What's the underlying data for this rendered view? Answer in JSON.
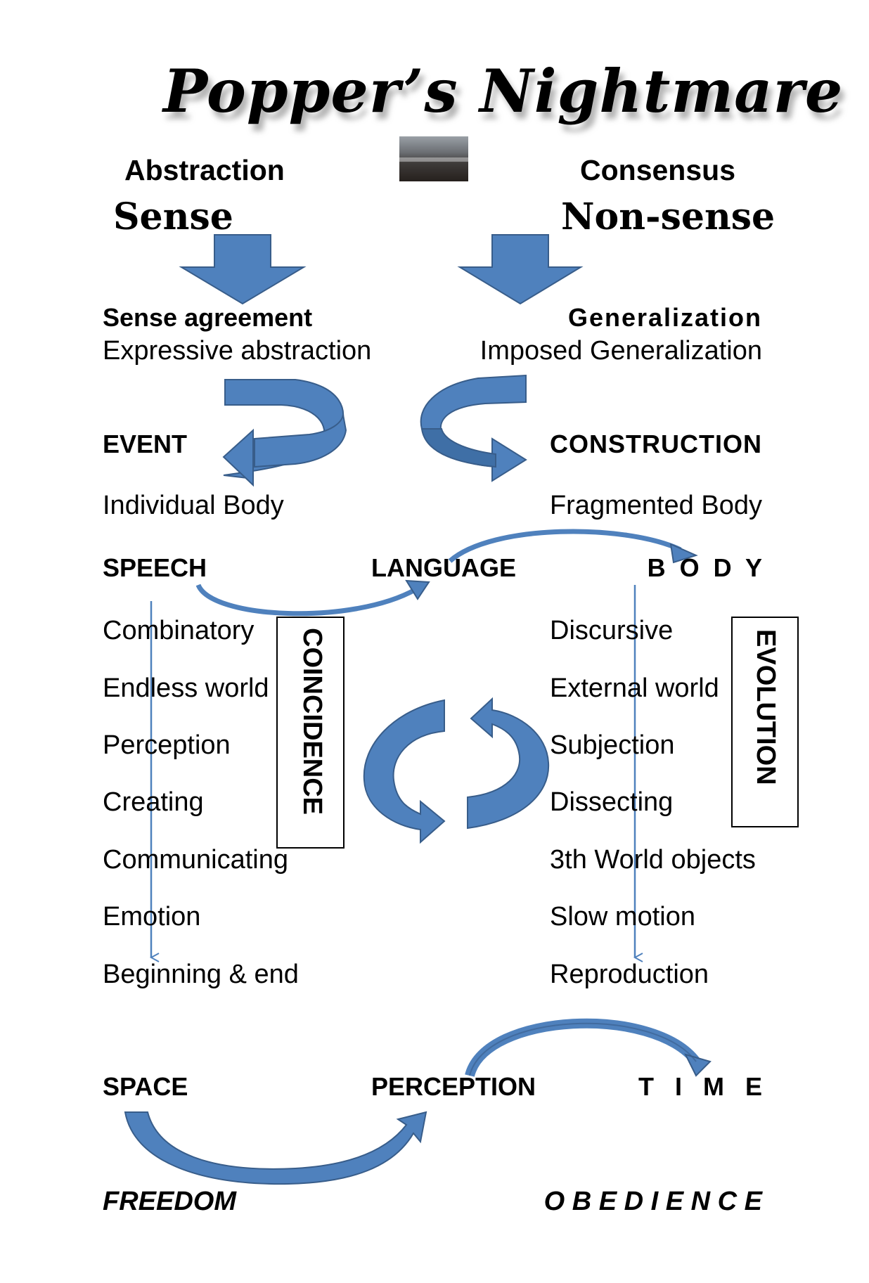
{
  "title": "Popper’s Nightmare",
  "left": {
    "header": "Abstraction",
    "subheader": "Sense",
    "stage1_bold": "Sense agreement",
    "stage1_text": "Expressive abstraction",
    "node": "EVENT",
    "body_label": "Individual Body",
    "level": "SPEECH",
    "items": [
      "Combinatory",
      "Endless world",
      "Perception",
      "Creating",
      "Communicating",
      "Emotion",
      "Beginning & end"
    ],
    "bottom": "SPACE",
    "outcome": "FREEDOM"
  },
  "right": {
    "header": "Consensus",
    "subheader": "Non-sense",
    "stage1_bold": "Generalization",
    "stage1_text": "Imposed  Generalization",
    "node": "CONSTRUCTION",
    "body_label": "Fragmented  Body",
    "level": "B  O  D  Y",
    "items": [
      "Discursive",
      "External world",
      "Subjection",
      "Dissecting",
      "3th World objects",
      "Slow motion",
      "Reproduction"
    ],
    "bottom": "T   I   M   E",
    "outcome": "O B E D I E N C E"
  },
  "middle": {
    "level": "LANGUAGE",
    "bottom": "PERCEPTION"
  },
  "vertical_labels": {
    "left": "COINCIDENCE",
    "right": "EVOLUTION"
  },
  "colors": {
    "arrow_fill": "#4f81bd",
    "arrow_stroke": "#385d8a"
  }
}
